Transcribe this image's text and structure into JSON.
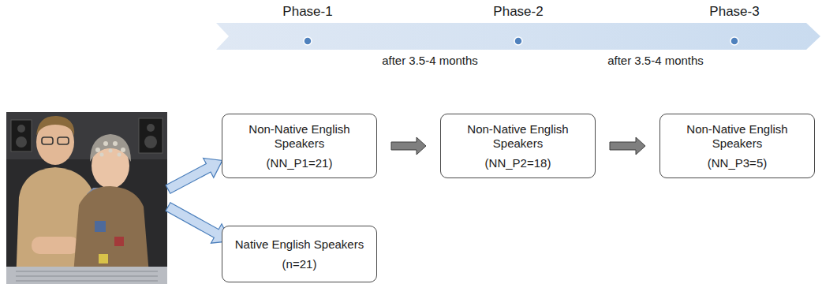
{
  "diagram": {
    "nodes": [
      {
        "text": [
          "Non-Native English Speakers",
          "(NN_P1=21)"
        ]
      },
      {
        "text": [
          "Non-Native English Speakers",
          "(NN_P2=18)"
        ]
      },
      {
        "text": [
          "Non-Native English Speakers",
          "(NN_P3=5)"
        ]
      },
      {
        "text": [
          "Native English Speakers",
          "(n=21)"
        ]
      }
    ],
    "edges": [
      {
        "from": 0,
        "to": 1,
        "arrow": "to"
      },
      {
        "from": 1,
        "to": 2,
        "arrow": "to"
      }
    ],
    "labels": [
      "Phase-1",
      "Phase-2",
      "Phase-3",
      "after 3.5-4 months",
      "after 3.5-4 months"
    ]
  }
}
